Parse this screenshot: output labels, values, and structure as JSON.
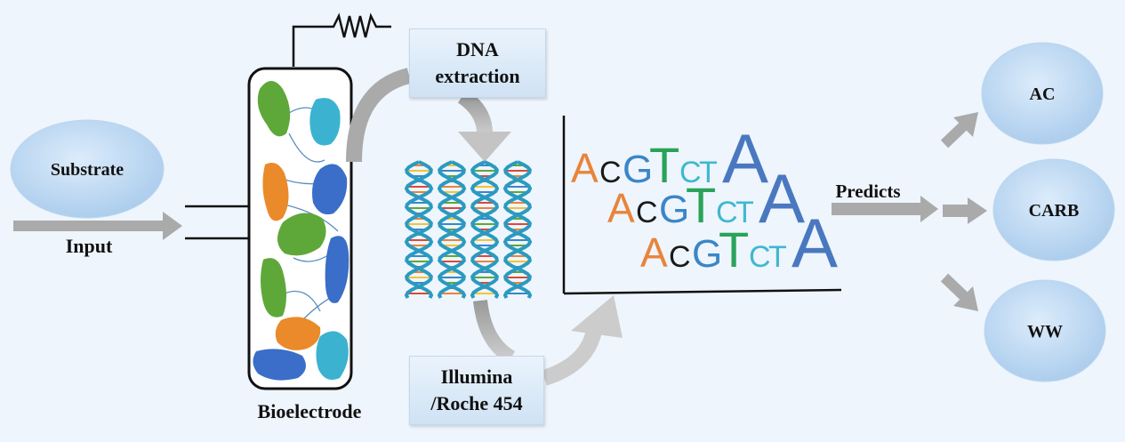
{
  "substrate": {
    "label": "Substrate"
  },
  "input": {
    "label": "Input"
  },
  "bioelectrode": {
    "label": "Bioelectrode"
  },
  "dna_extraction": {
    "line1": "DNA",
    "line2": "extraction"
  },
  "sequencing": {
    "line1": "Illumina",
    "line2": "/Roche 454"
  },
  "predicts": {
    "label": "Predicts"
  },
  "outputs": [
    {
      "label": "AC"
    },
    {
      "label": "CARB"
    },
    {
      "label": "WW"
    }
  ],
  "sequence_logo": {
    "rows": [
      [
        "A",
        "C",
        "G",
        "T",
        "C",
        "T",
        "A"
      ],
      [
        "A",
        "C",
        "G",
        "T",
        "C",
        "T",
        "A"
      ],
      [
        "A",
        "C",
        "G",
        "T",
        "C",
        "T",
        "A"
      ]
    ]
  },
  "colors": {
    "A_small": "#e8843a",
    "C": "#1a1a1a",
    "G": "#3a86c8",
    "T": "#2aa35a",
    "CT": "#3fb8d0",
    "A_big": "#4a78c0",
    "arrow": "#aaaaaa",
    "ellipse": "#b5d3f0"
  }
}
